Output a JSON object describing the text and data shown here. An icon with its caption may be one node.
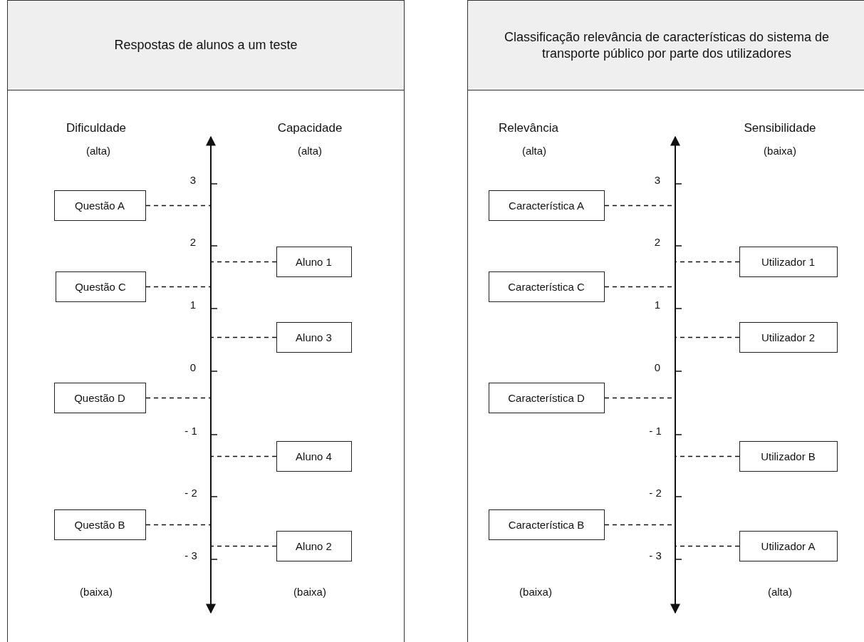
{
  "diagram": {
    "nodes": [
      {
        "text": [
          "Respostas de alunos a um teste"
        ]
      },
      {
        "text": [
          "Questão A"
        ],
        "in": 0
      },
      {
        "text": [
          "Aluno 1"
        ],
        "in": 0
      },
      {
        "text": [
          "Questão C"
        ],
        "in": 0
      },
      {
        "text": [
          "Aluno 3"
        ],
        "in": 0
      },
      {
        "text": [
          "Questão D"
        ],
        "in": 0
      },
      {
        "text": [
          "Aluno 4"
        ],
        "in": 0
      },
      {
        "text": [
          "Questão B"
        ],
        "in": 0
      },
      {
        "text": [
          "Aluno 2"
        ],
        "in": 0
      },
      {
        "text": [
          "Classificação relevância de características do sistema de transporte público por parte dos utilizadores"
        ]
      },
      {
        "text": [
          "Característica A"
        ],
        "in": 9
      },
      {
        "text": [
          "Utilizador 1"
        ],
        "in": 9
      },
      {
        "text": [
          "Característica C"
        ],
        "in": 9
      },
      {
        "text": [
          "Utilizador 2"
        ],
        "in": 9
      },
      {
        "text": [
          "Característica D"
        ],
        "in": 9
      },
      {
        "text": [
          "Utilizador B"
        ],
        "in": 9
      },
      {
        "text": [
          "Característica B"
        ],
        "in": 9
      },
      {
        "text": [
          "Utilizador A"
        ],
        "in": 9
      }
    ],
    "edges": [
      {
        "from": 1,
        "to": null,
        "arrow": "none",
        "style": "dashed"
      },
      {
        "from": 2,
        "to": null,
        "arrow": "none",
        "style": "dashed"
      },
      {
        "from": 3,
        "to": null,
        "arrow": "none",
        "style": "dashed"
      },
      {
        "from": 4,
        "to": null,
        "arrow": "none",
        "style": "dashed"
      },
      {
        "from": 5,
        "to": null,
        "arrow": "none",
        "style": "dashed"
      },
      {
        "from": 6,
        "to": null,
        "arrow": "none",
        "style": "dashed"
      },
      {
        "from": 7,
        "to": null,
        "arrow": "none",
        "style": "dashed"
      },
      {
        "from": 8,
        "to": null,
        "arrow": "none",
        "style": "dashed"
      },
      {
        "from": 10,
        "to": null,
        "arrow": "none",
        "style": "dashed"
      },
      {
        "from": 11,
        "to": null,
        "arrow": "none",
        "style": "dashed"
      },
      {
        "from": 12,
        "to": null,
        "arrow": "none",
        "style": "dashed"
      },
      {
        "from": 13,
        "to": null,
        "arrow": "none",
        "style": "dashed"
      },
      {
        "from": 14,
        "to": null,
        "arrow": "none",
        "style": "dashed"
      },
      {
        "from": 15,
        "to": null,
        "arrow": "none",
        "style": "dashed"
      },
      {
        "from": 16,
        "to": null,
        "arrow": "none",
        "style": "dashed"
      },
      {
        "from": 17,
        "to": null,
        "arrow": "none",
        "style": "dashed"
      }
    ],
    "labels": [
      "Dificuldade",
      "Capacidade",
      "(alta)",
      "(alta)",
      "3",
      "2",
      "1",
      "0",
      "- 1",
      "- 2",
      "- 3",
      "(baixa)",
      "(baixa)",
      "Relevância",
      "Sensibilidade",
      "(alta)",
      "(baixa)",
      "3",
      "2",
      "1",
      "0",
      "- 1",
      "- 2",
      "- 3",
      "(baixa)",
      "(alta)"
    ]
  }
}
